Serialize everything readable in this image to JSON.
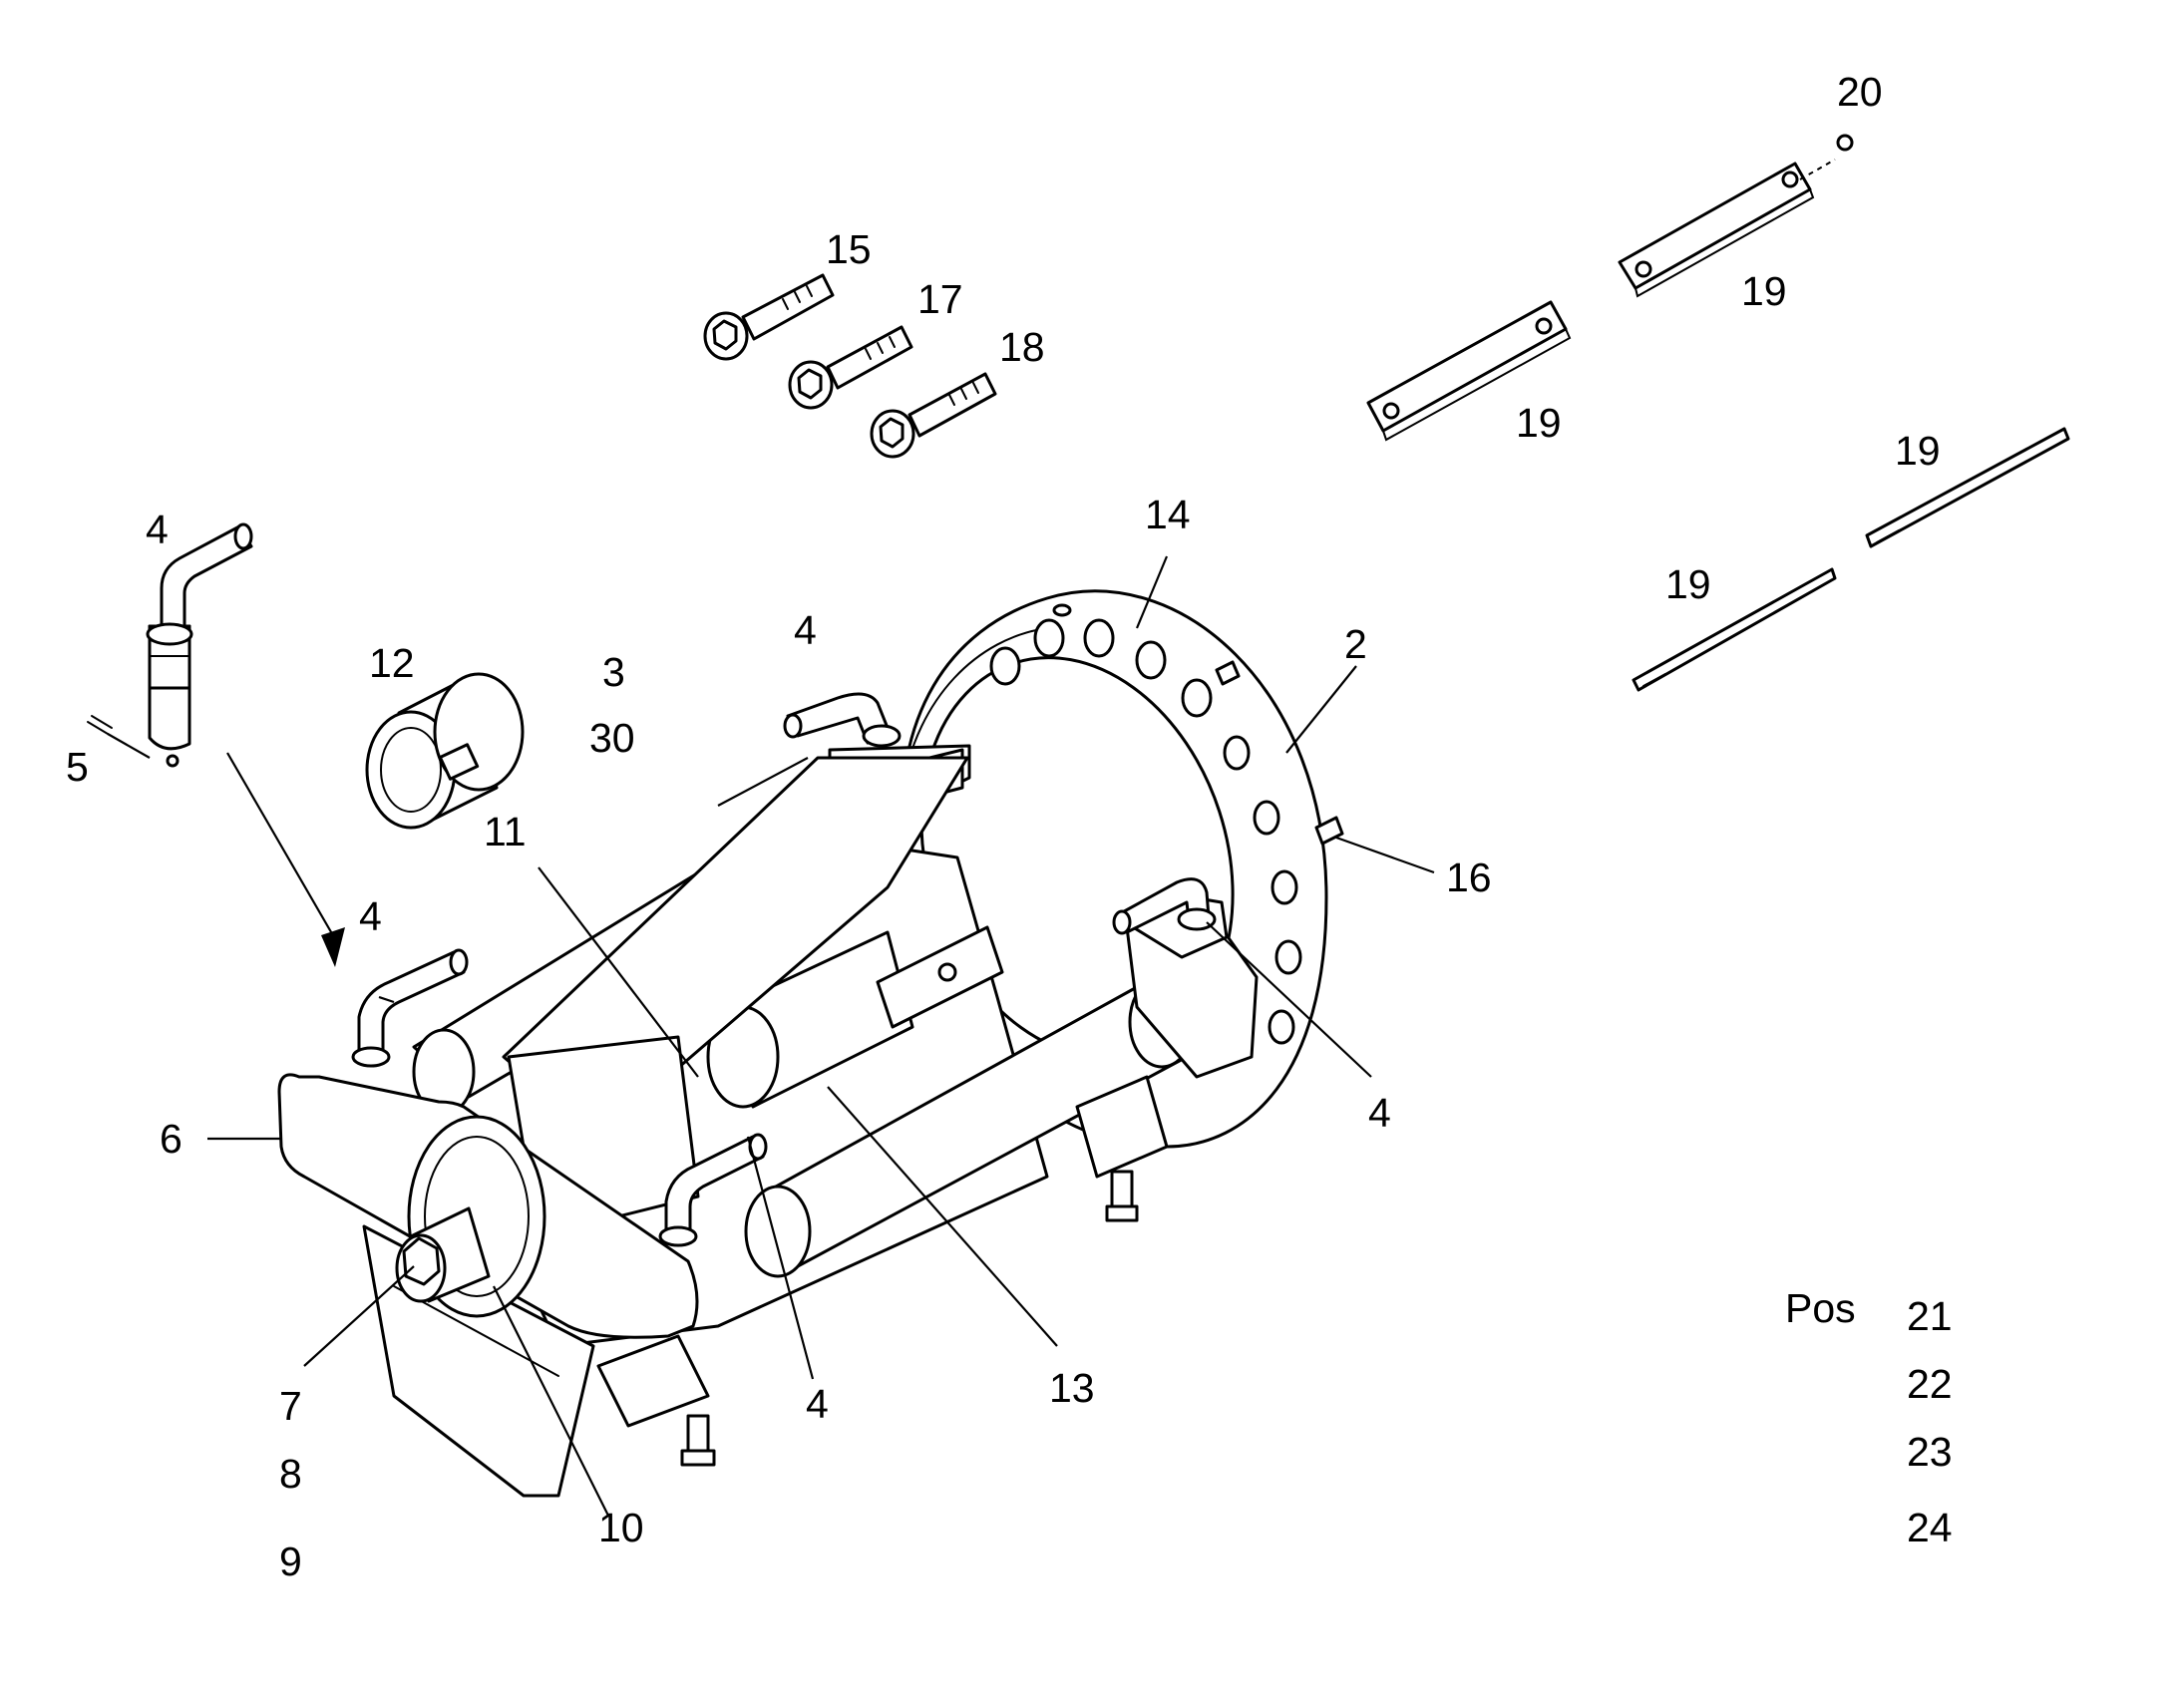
{
  "callouts": {
    "c4_pin": "4",
    "c5": "5",
    "c12": "12",
    "c3": "3",
    "c30": "30",
    "c11": "11",
    "c4_left": "4",
    "c6": "6",
    "c7": "7",
    "c8": "8",
    "c9": "9",
    "c10": "10",
    "c4_bottom": "4",
    "c13": "13",
    "c4_top": "4",
    "c14": "14",
    "c2": "2",
    "c16": "16",
    "c4_right": "4",
    "c15": "15",
    "c17": "17",
    "c18": "18",
    "c19_a": "19",
    "c19_b": "19",
    "c19_c": "19",
    "c19_d": "19",
    "c20": "20"
  },
  "position_list": {
    "label": "Pos",
    "items": [
      "21",
      "22",
      "23",
      "24"
    ]
  },
  "colors": {
    "ink": "#000000",
    "paper": "#ffffff"
  }
}
